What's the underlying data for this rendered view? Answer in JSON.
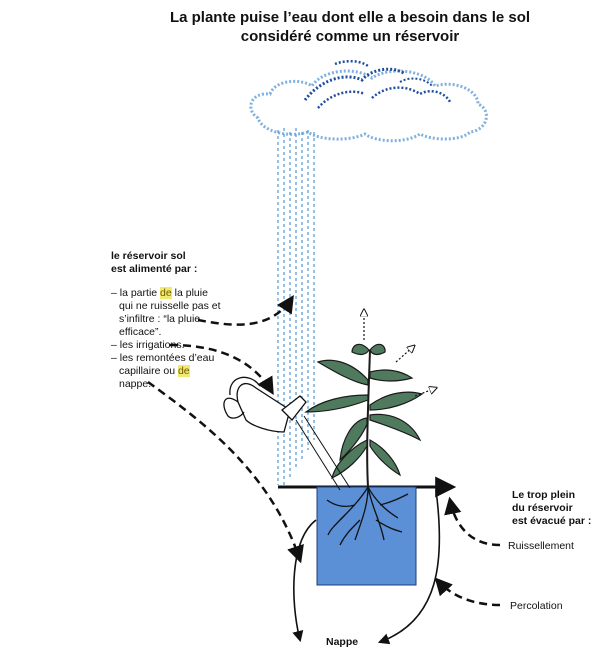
{
  "title": {
    "line1": "La plante puise l’eau dont elle a besoin dans le sol",
    "line2": "considéré comme un réservoir"
  },
  "left_panel": {
    "heading1": "le réservoir sol",
    "heading2": "est alimenté par :",
    "item1_l1_a": "– la partie ",
    "item1_l1_hl": "de",
    "item1_l1_b": " la pluie",
    "item1_l2": "qui ne ruisselle pas et",
    "item1_l3": "s’infiltre : “la pluie",
    "item1_l4": "efficace”.",
    "item2": "– les irrigations.",
    "item3_l1": "– les  remontées d’eau",
    "item3_l2_a": "capillaire ou ",
    "item3_l2_hl": "de",
    "item3_l3": "nappe."
  },
  "right_panel": {
    "heading1": "Le trop plein",
    "heading2": "du réservoir",
    "heading3": "est évacué par :",
    "ruissellement": "Ruissellement",
    "percolation": "Percolation"
  },
  "nappe": "Nappe",
  "colors": {
    "reservoir": "#5b8fd6",
    "cloud_light": "#7fb0df",
    "cloud_dark": "#1f4e9e",
    "rain": "#5f9fd8",
    "leaf": "#4f7a5e",
    "leaf_outline": "#1a1a1a"
  }
}
